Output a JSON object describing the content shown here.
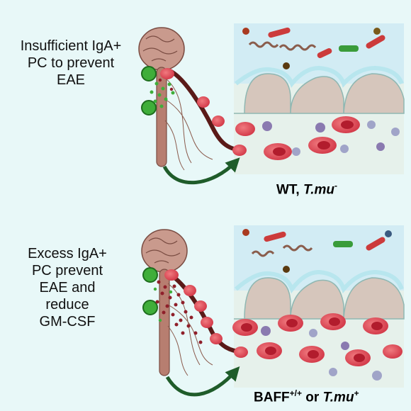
{
  "panels": [
    {
      "caption_lines": [
        "Insufficient IgA+",
        "PC to prevent",
        "EAE"
      ],
      "label_main": "WT, ",
      "label_italic": "T.mu",
      "label_sup": "-"
    },
    {
      "caption_lines": [
        "Excess IgA+",
        "PC prevent",
        "EAE and",
        "reduce",
        "GM-CSF"
      ],
      "label_main": "BAFF",
      "label_sup1": "+/+",
      "label_mid": " or ",
      "label_italic": "T.mu",
      "label_sup": "+"
    }
  ],
  "colors": {
    "background": "#e8f8f8",
    "lumen": "#d2ecf4",
    "lamina": "#e6f1eb",
    "epithelium": "#d6c6bc",
    "mucus": "#b8e6ee",
    "brain": "#c99a8d",
    "spinal_cord": "#b77e70",
    "plasma_cell": "#d94a57",
    "plasma_nucleus": "#b21c2d",
    "iga_dot": "#3fae3a",
    "iga_dot_excess": "#8f1f2a",
    "arrow": "#1f5c2a",
    "neutrophil": "#8a7ab0"
  },
  "icons": [
    "brain-icon",
    "spinal-cord-icon",
    "plasma-cell-icon",
    "bacteria-icon",
    "intestinal-villi-icon",
    "curved-arrow-icon"
  ]
}
